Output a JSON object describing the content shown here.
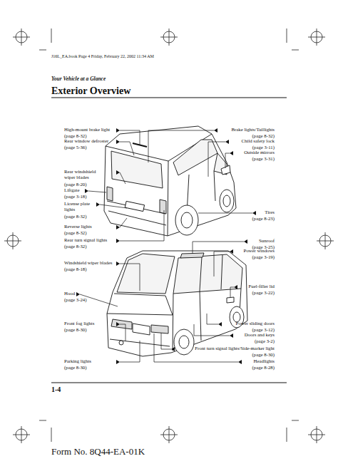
{
  "diagram": {
    "title": "Exterior Overview",
    "labels": [
      "J16L_EA.book Page 4 Friday, February 22, 2002 11:34 AM",
      "Your Vehicle at a Glance",
      "High-mount brake light",
      "(page 8-32)",
      "Rear window defroster",
      "(page 5-36)",
      "Rear windshield wiper blades",
      "(page 8-20)",
      "Liftgate",
      "(page 3-18)",
      "License plate lights",
      "(page 8-32)",
      "Reverse lights",
      "(page 8-32)",
      "Rear turn signal lights",
      "(page 8-32)",
      "Brake lights/Taillights",
      "(page 8-32)",
      "Child safety lock",
      "(page 3-11)",
      "Outside mirrors",
      "(page 3-31)",
      "Tires",
      "(page 8-23)",
      "Sunroof",
      "(page 3-25)",
      "Power windows",
      "(page 3-19)",
      "Windshield wiper blades",
      "(page 8-18)",
      "Fuel-filler lid",
      "(page 3-22)",
      "Hood",
      "(page 3-24)",
      "Front fog lights",
      "(page 8-30)",
      "Power sliding doors",
      "(page 3-12)",
      "Doors and keys",
      "(page 3-2)",
      "Front turn signal lights/Side-marker light",
      "(page 8-30)",
      "Parking lights",
      "(page 8-30)",
      "Headlights",
      "(page 8-28)",
      "1-4",
      "Form No. 8Q44-EA-01K"
    ]
  }
}
